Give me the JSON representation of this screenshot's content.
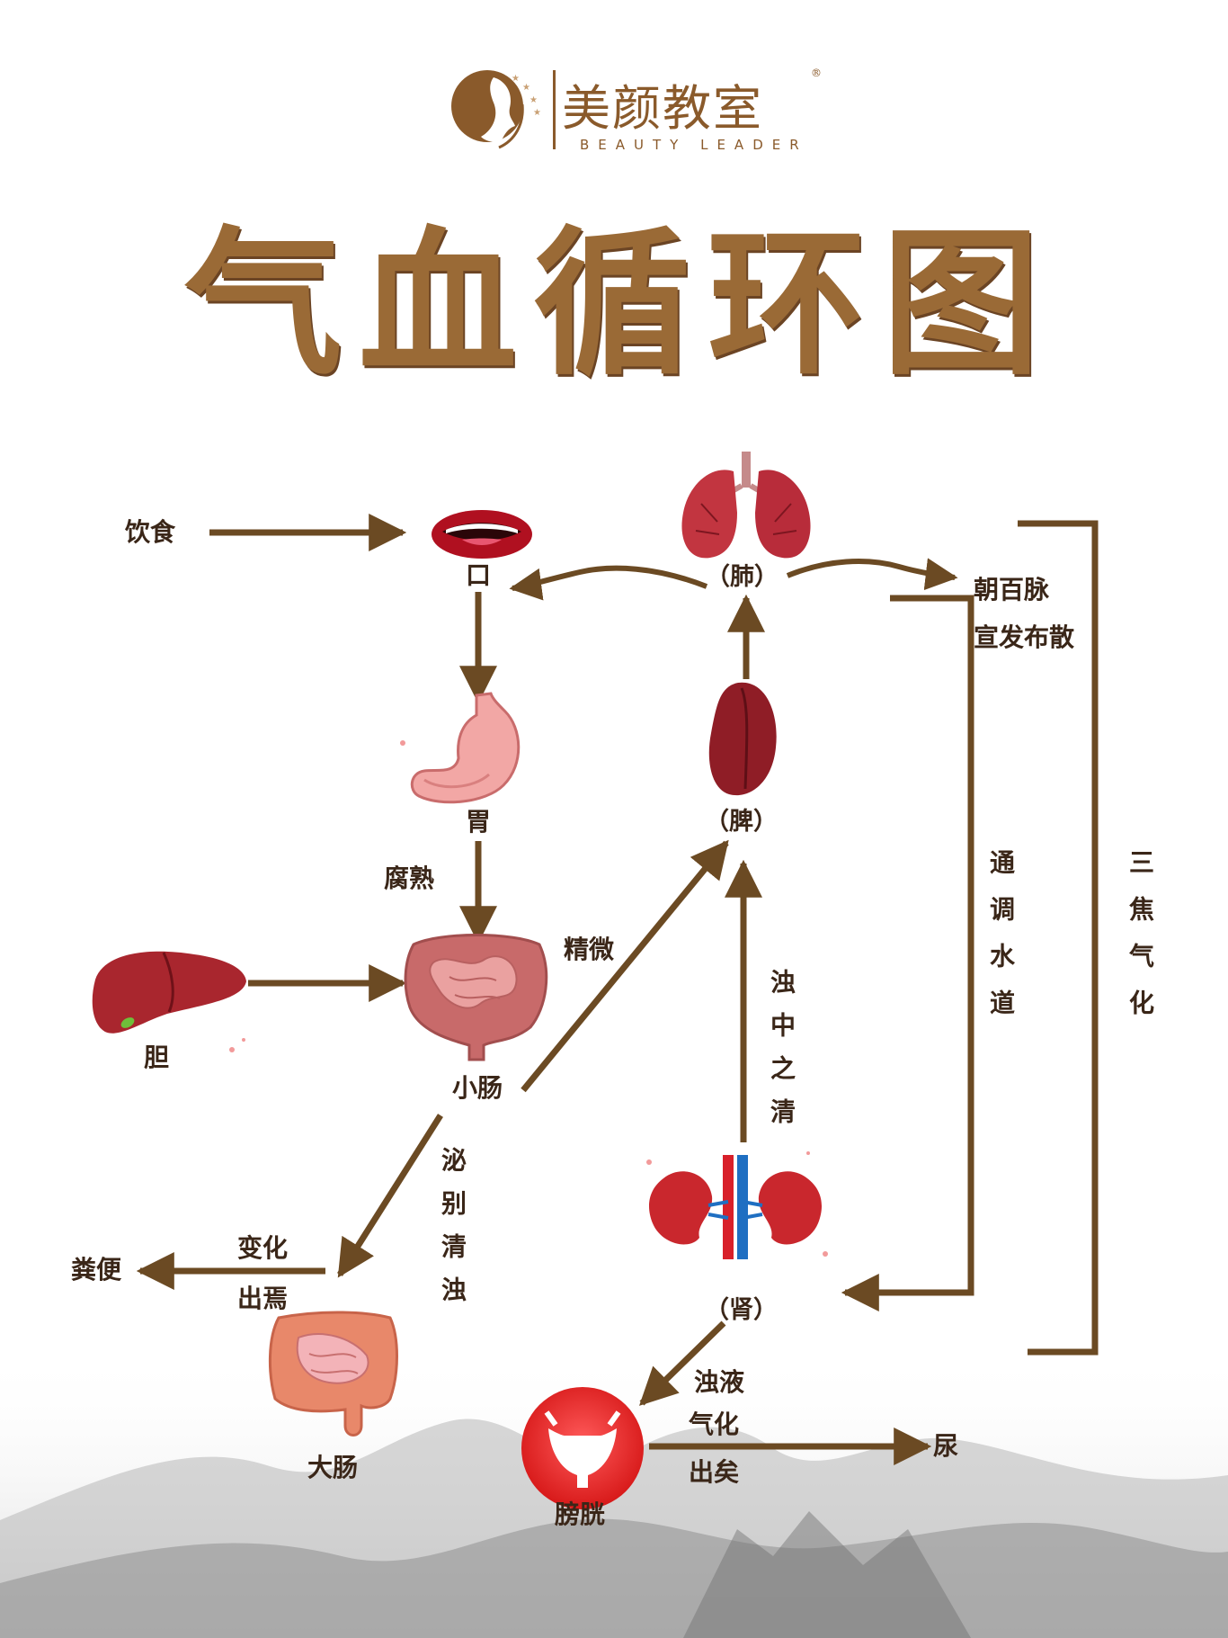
{
  "brand": {
    "name": "美颜教室",
    "registered_mark": "®",
    "tagline": "BEAUTY LEADER"
  },
  "title": "气血循环图",
  "colors": {
    "arrow": "#6b4a23",
    "label": "#3a2618",
    "title": "#9a6a36",
    "brand": "#8a5a2b"
  },
  "nodes": {
    "diet": "饮食",
    "mouth": "口",
    "lung": "（肺）",
    "stomach": "胃",
    "spleen": "（脾）",
    "gallbladder": "胆",
    "small_intestine": "小肠",
    "kidney": "（肾）",
    "large_intestine": "大肠",
    "bladder": "膀胱",
    "feces": "粪便",
    "urine": "尿"
  },
  "processes": {
    "rot_ripen": "腐熟",
    "essence": "精微",
    "turbid_clear": "浊中之清",
    "separate": "泌别清浊",
    "transform": "变化",
    "excrete": "出焉",
    "turbid_fluid": "浊液",
    "qi_transform": "气化",
    "exit": "出矣",
    "waterways": "通调水道",
    "sanjiao": "三焦气化",
    "lung_func_1": "朝百脉",
    "lung_func_2": "宣发布散"
  }
}
